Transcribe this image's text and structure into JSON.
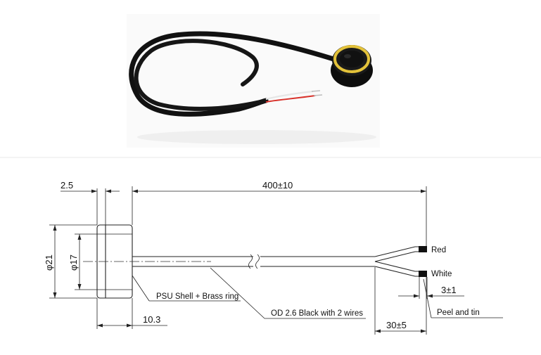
{
  "dimensions": {
    "shell_thickness": "2.5",
    "cable_length": "400±10",
    "outer_diameter": "φ21",
    "inner_diameter": "φ17",
    "body_length": "10.3",
    "strip_length": "3±1",
    "split_length": "30±5"
  },
  "labels": {
    "wire_red": "Red",
    "wire_white": "White",
    "shell": "PSU Shell + Brass ring",
    "cable": "OD 2.6 Black with 2 wires",
    "wire_end": "Peel and tin"
  },
  "colors": {
    "cable": "#111111",
    "brass_ring": "#e3c23a",
    "red_wire": "#d8322b",
    "white_wire": "#e8e8e8"
  }
}
